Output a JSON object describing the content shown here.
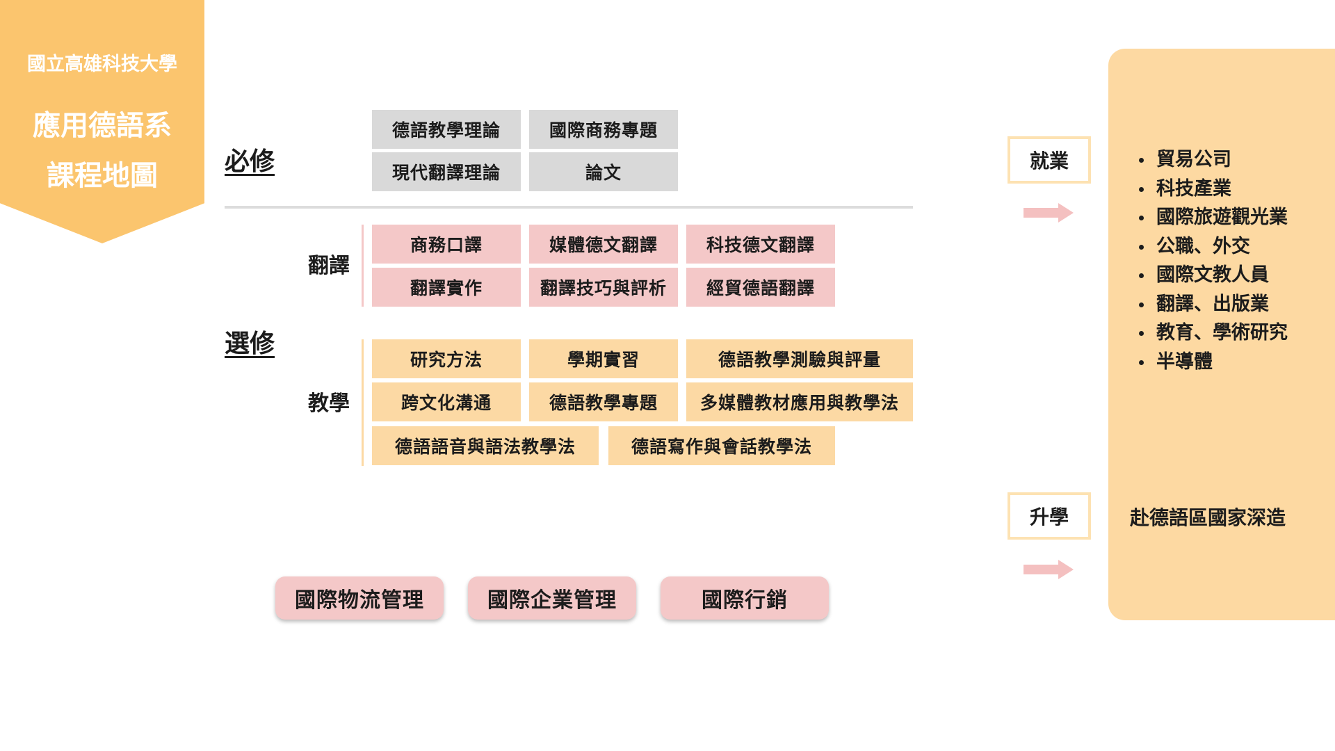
{
  "banner": {
    "school": "國立高雄科技大學",
    "department": "應用德語系",
    "title": "課程地圖"
  },
  "required": {
    "label": "必修",
    "courses": [
      "德語教學理論",
      "國際商務專題",
      "現代翻譯理論",
      "論文"
    ]
  },
  "elective": {
    "label": "選修",
    "translation": {
      "label": "翻譯",
      "courses": [
        "商務口譯",
        "媒體德文翻譯",
        "科技德文翻譯",
        "翻譯實作",
        "翻譯技巧與評析",
        "經貿德語翻譯"
      ]
    },
    "teaching": {
      "label": "教學",
      "courses": [
        "研究方法",
        "學期實習",
        "德語教學測驗與評量",
        "跨文化溝通",
        "德語教學專題",
        "多媒體教材應用與教學法",
        "德語語音與語法教學法",
        "德語寫作與會話教學法"
      ]
    }
  },
  "programs": [
    "國際物流管理",
    "國際企業管理",
    "國際行銷"
  ],
  "outcomes": {
    "employment": {
      "label": "就業",
      "items": [
        "貿易公司",
        "科技產業",
        "國際旅遊觀光業",
        "公職、外交",
        "國際文教人員",
        "翻譯、出版業",
        "教育、學術研究",
        "半導體"
      ]
    },
    "further_study": {
      "label": "升學",
      "text": "赴德語區國家深造"
    }
  },
  "colors": {
    "banner": "#fbc56e",
    "required": "#d9d9d9",
    "translation": "#f4c8c8",
    "teaching": "#fcd9a4",
    "panel": "#fdd9a2",
    "arrow": "#f4c0c0"
  }
}
